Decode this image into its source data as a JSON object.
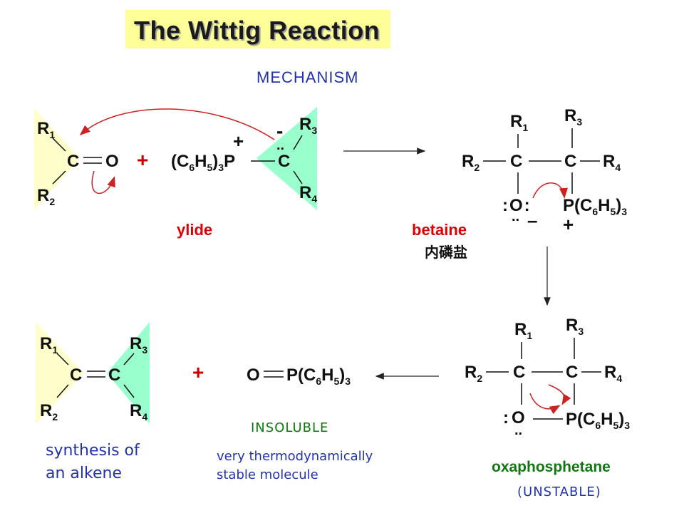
{
  "title": "The Wittig Reaction",
  "subtitle": "MECHANISM",
  "atoms": {
    "R1": "R",
    "R2": "R",
    "R3": "R",
    "R4": "R",
    "sub1": "1",
    "sub2": "2",
    "sub3": "3",
    "sub4": "4",
    "C": "C",
    "O": "O",
    "P": "P"
  },
  "groups": {
    "triphenyl_left": "(C6H5)3",
    "triphenyl_right": "(C6H5)3",
    "phosphine_oxide": "O=P(C6H5)3"
  },
  "symbols": {
    "plus": "+",
    "minus": "-",
    "lone_pair": "..",
    "colon": ":"
  },
  "labels": {
    "ylide": "ylide",
    "betaine": "betaine",
    "betaine_cn": "内磷盐",
    "insoluble": "INSOLUBLE",
    "stable_line1": "very thermodynamically",
    "stable_line2": "stable molecule",
    "alkene_line1": "synthesis of",
    "alkene_line2": "an alkene",
    "oxaphosphetane": "oxaphosphetane",
    "unstable": "(UNSTABLE)"
  },
  "colors": {
    "carbonyl_fill": "#ffffcc",
    "ylide_fill": "#99ffcc",
    "arrow_red": "#cc2222",
    "label_red": "#dd0000",
    "label_blue": "#2233aa",
    "label_green": "#117711",
    "title_bg": "#ffff99"
  }
}
